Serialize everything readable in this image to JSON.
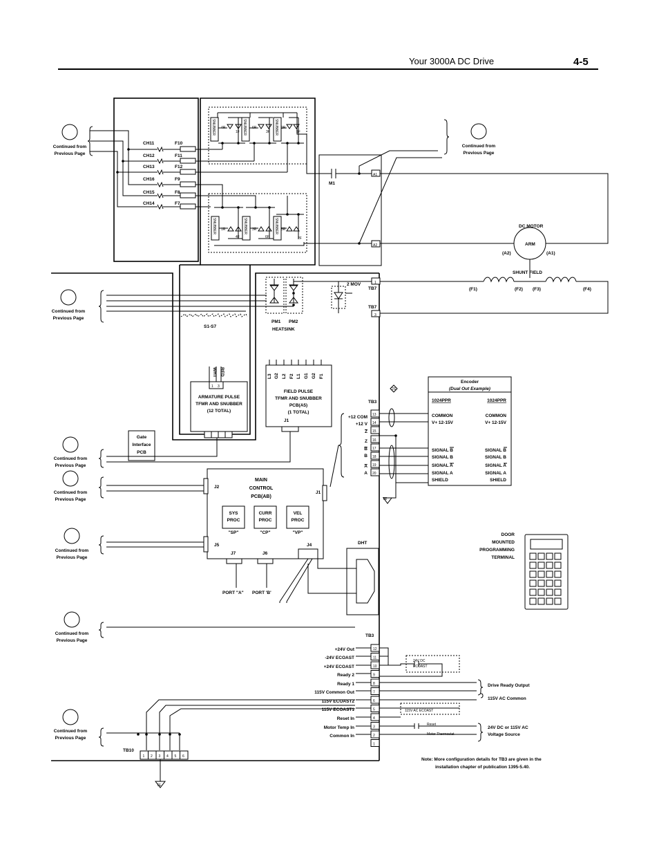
{
  "header": {
    "title": "Your 3000A DC Drive",
    "page_number": "4-5"
  },
  "continued_label": [
    "Continued from",
    "Previous Page"
  ],
  "fuse_rows": [
    {
      "ch": "CH11",
      "fuse": "F10"
    },
    {
      "ch": "CH12",
      "fuse": "F11"
    },
    {
      "ch": "CH13",
      "fuse": "F12"
    },
    {
      "ch": "CH16",
      "fuse": "F9"
    },
    {
      "ch": "CH15",
      "fuse": "F8"
    },
    {
      "ch": "CH14",
      "fuse": "F7"
    }
  ],
  "snubber_label": "SNUBBER",
  "snubber_top": [
    {
      "r": "4R",
      "f": "1F"
    },
    {
      "r": "6R",
      "f": "3F"
    },
    {
      "r": "2R",
      "f": "5F"
    }
  ],
  "snubber_bottom": [
    {
      "r": "1R",
      "f": "4F"
    },
    {
      "r": "3R",
      "f": "6F"
    },
    {
      "r": "5R",
      "f": "2F"
    }
  ],
  "contactor": {
    "m1": "M1",
    "a1": "A1",
    "a2": "A2"
  },
  "dc_motor": {
    "title": "DC MOTOR",
    "arm": "ARM",
    "a2": "(A2)",
    "a1": "(A1)"
  },
  "shunt_field": {
    "title": "SHUNT  FIELD",
    "f1": "(F1)",
    "f2": "(F2)",
    "f3": "(F3)",
    "f4": "(F4)"
  },
  "heatsink": {
    "mov": "2 MOV",
    "tb7": "TB7",
    "pm1": "PM1",
    "pm2": "PM2",
    "label": "HEATSINK",
    "t1": "1",
    "t3": "3"
  },
  "s_switches": "S1-S7",
  "armature_pcb": {
    "lines": [
      "ARMATURE PULSE",
      "TFMR AND SNUBBER",
      "(12 TOTAL)"
    ],
    "wht": "WHT",
    "red": "RED",
    "p1": "1",
    "p3": "3"
  },
  "field_pcb": {
    "lines": [
      "FIELD PULSE",
      "TFMR AND SNUBBER",
      "PCB(A5)",
      "(1 TOTAL)"
    ],
    "pins": [
      "L3",
      "G2",
      "L2",
      "F2",
      "L1",
      "G1",
      "G2",
      "F1"
    ],
    "j1": "J1"
  },
  "gate_pcb": {
    "lines": [
      "Gate",
      "Interface",
      "PCB"
    ]
  },
  "main_control": {
    "lines": [
      "MAIN",
      "CONTROL",
      "PCB(AB)"
    ],
    "j2": "J2",
    "j5": "J5",
    "j1": "J1",
    "j7": "J7",
    "j6": "J6",
    "j4": "J4",
    "procs": [
      {
        "l1": "SYS",
        "l2": "PROC",
        "sub": "\"SP\""
      },
      {
        "l1": "CURR",
        "l2": "PROC",
        "sub": "\"CP\""
      },
      {
        "l1": "VEL",
        "l2": "PROC",
        "sub": "\"VP\""
      }
    ],
    "port_a": "PORT \"A\"",
    "port_b": "PORT 'B'"
  },
  "tb3_top": {
    "title": "TB3",
    "terminals": [
      "13",
      "14",
      "15",
      "16",
      "17",
      "18",
      "19",
      "20"
    ],
    "labels": [
      "+12 COM",
      "+12 V",
      "Z",
      "Z",
      "B",
      "B",
      "A",
      "A"
    ],
    "marker_2s": "2S",
    "te": "TE"
  },
  "encoder": {
    "title": "Encoder",
    "subtitle": "(Dual Out Example)",
    "cols": [
      {
        "head": "1024PPR",
        "rows": [
          "COMMON",
          "V+  12-15V",
          "SIGNAL B",
          "SIGNAL B",
          "SIGNAL A",
          "SIGNAL A",
          "SHIELD"
        ]
      },
      {
        "head": "1024PPR",
        "rows": [
          "COMMON",
          "V+  12-15V",
          "SIGNAL B",
          "SIGNAL B",
          "SIGNAL A",
          "SIGNAL A",
          "SHIELD"
        ]
      }
    ]
  },
  "dht": "DHT",
  "terminal": {
    "lines": [
      "DOOR",
      "MOUNTED",
      "PROGRAMMING",
      "TERMINAL"
    ]
  },
  "tb3_bottom": {
    "title": "TB3",
    "terminals": [
      "12",
      "11",
      "10",
      "9",
      "8",
      "7",
      "6",
      "5",
      "4",
      "3",
      "2",
      "1"
    ],
    "labels": [
      "+24V Out",
      "-24V ECOAST",
      "+24V ECOAST",
      "Ready 2",
      "Ready 1",
      "115V Common Out",
      "115V ECOAST2",
      "115V ECOAST1",
      "Reset In",
      "Motor Temp In",
      "Common In"
    ],
    "ecoast24": [
      "24V DC",
      "ECOAST"
    ],
    "ecoast115": "115V AC ECOAST",
    "reset": "Reset",
    "motor_thermostat": "Motor Thermostat",
    "drive_ready": "Drive Ready Output",
    "ac_common": "115V AC Common",
    "voltage_source": [
      "24V DC or 115V AC",
      "Voltage Source"
    ]
  },
  "tb10": {
    "title": "TB10",
    "terminals": [
      "1",
      "2",
      "3",
      "4",
      "5",
      "6"
    ],
    "te": "TE"
  },
  "note": [
    "Note:  More configuration details for TB3 are given in the",
    "installation chapter of publication 1395-5.40."
  ]
}
